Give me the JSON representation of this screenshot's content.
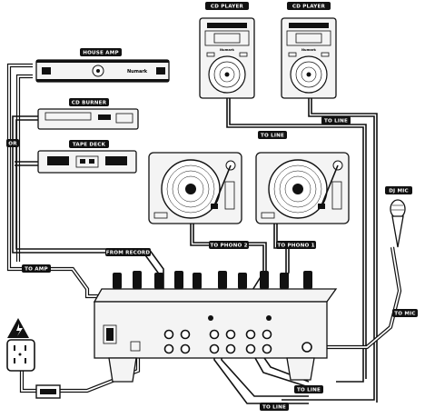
{
  "labels": {
    "cd_player_1": "CD PLAYER",
    "cd_player_2": "CD PLAYER",
    "house_amp": "HOUSE AMP",
    "cd_burner": "CD BURNER",
    "tape_deck": "TAPE DECK",
    "or": "OR",
    "dj_mic": "DJ MIC",
    "to_line_top": "TO LINE",
    "to_line_right": "TO LINE",
    "to_phono_2": "TO PHONO 2",
    "to_phono_1": "TO PHONO 1",
    "from_record": "FROM RECORD",
    "to_amp": "TO AMP",
    "to_mic": "TO MIC",
    "to_line_bottom_1": "TO LINE",
    "to_line_bottom_2": "TO LINE",
    "amp_brand": "Numark",
    "cd_brand_1": "Numark",
    "cd_brand_2": "Numark"
  },
  "icons": {
    "power_warning": "warning-lightning-icon",
    "outlet": "power-outlet-icon",
    "power_plug": "power-plug-icon",
    "microphone": "microphone-icon"
  },
  "colors": {
    "ink": "#111111",
    "paper": "#ffffff",
    "device_fill": "#f4f4f4"
  }
}
